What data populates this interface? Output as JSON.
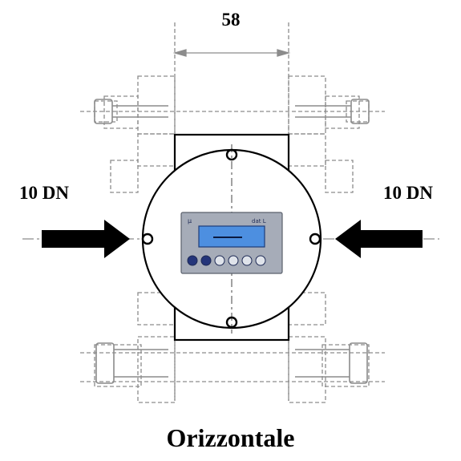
{
  "diagram": {
    "dimension_label": "58",
    "inlet_left_label": "10 DN",
    "inlet_right_label": "10 DN",
    "orientation_caption": "Orizzontale"
  },
  "display": {
    "bezel_color": "#a6acb8",
    "screen_color": "#4d8fe0",
    "button_color": "#24357a",
    "top_left_mark": "µ",
    "top_right_mark": "dat L"
  },
  "colors": {
    "drawing_gray": "#8c8c8c",
    "line_black": "#000000"
  }
}
